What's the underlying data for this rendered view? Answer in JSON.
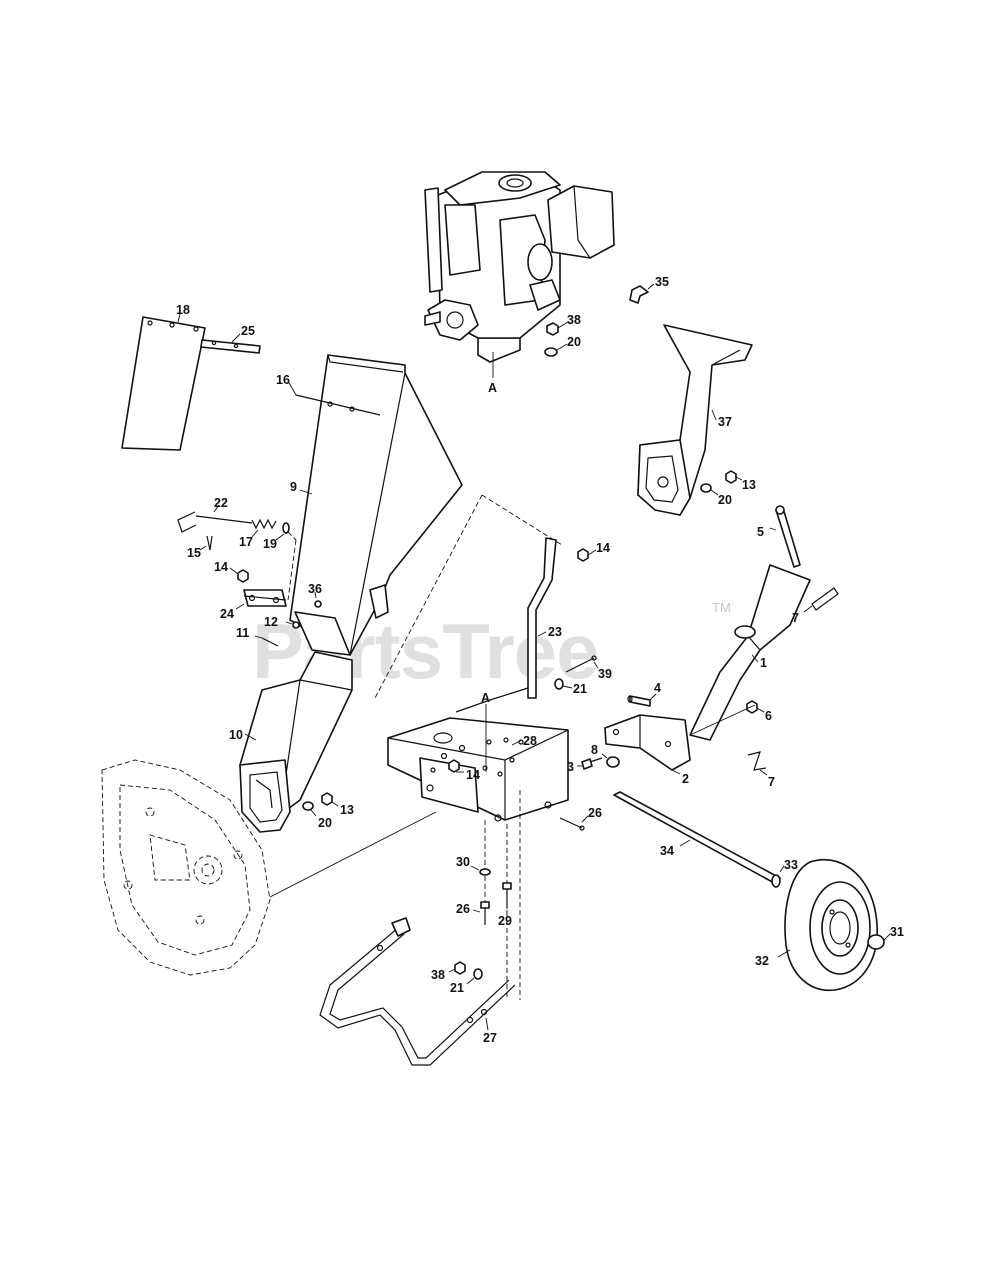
{
  "watermark": {
    "text": "PartsTree",
    "trademark": "TM"
  },
  "callouts": {
    "engine_ref_top": "A",
    "engine_ref_bottom": "A",
    "c1": "1",
    "c2": "2",
    "c3": "3",
    "c4": "4",
    "c5": "5",
    "c6": "6",
    "c7a": "7",
    "c7b": "7",
    "c8": "8",
    "c9": "9",
    "c10": "10",
    "c11": "11",
    "c12": "12",
    "c13a": "13",
    "c13b": "13",
    "c14a": "14",
    "c14b": "14",
    "c14c": "14",
    "c15": "15",
    "c16": "16",
    "c17": "17",
    "c18": "18",
    "c19": "19",
    "c20a": "20",
    "c20b": "20",
    "c20c": "20",
    "c21a": "21",
    "c21b": "21",
    "c22": "22",
    "c23": "23",
    "c24": "24",
    "c25": "25",
    "c26a": "26",
    "c26b": "26",
    "c27": "27",
    "c28": "28",
    "c29": "29",
    "c30": "30",
    "c31": "31",
    "c32": "32",
    "c33": "33",
    "c34": "34",
    "c35": "35",
    "c36": "36",
    "c37": "37",
    "c38a": "38",
    "c38b": "38",
    "c39": "39"
  }
}
